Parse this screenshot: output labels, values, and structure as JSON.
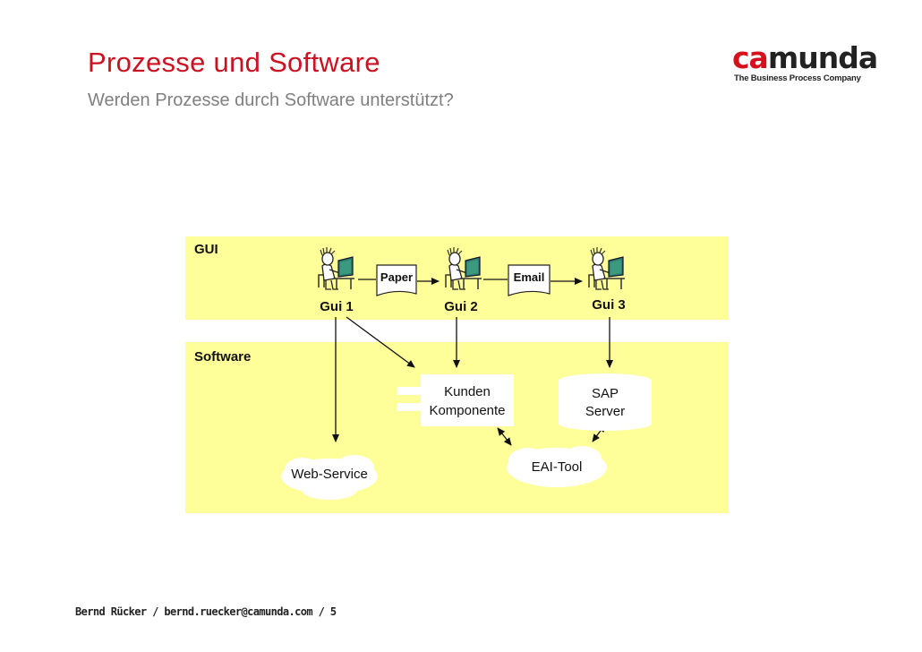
{
  "header": {
    "title": "Prozesse und Software",
    "subtitle": "Werden Prozesse durch Software unterstützt?"
  },
  "logo": {
    "word_accent": "ca",
    "word_rest": "munda",
    "tagline": "The Business Process Company"
  },
  "diagram": {
    "gui_band_label": "GUI",
    "software_band_label": "Software",
    "users": [
      {
        "label": "Gui 1"
      },
      {
        "label": "Gui 2"
      },
      {
        "label": "Gui 3"
      }
    ],
    "documents": [
      {
        "label": "Paper"
      },
      {
        "label": "Email"
      }
    ],
    "components": {
      "kunden_line1": "Kunden",
      "kunden_line2": "Komponente",
      "sap_line1": "SAP",
      "sap_line2": "Server",
      "eai": "EAI-Tool",
      "webservice": "Web-Service"
    }
  },
  "footer": {
    "text": "Bernd Rücker / bernd.ruecker@camunda.com / 5"
  },
  "colors": {
    "title": "#cc1122",
    "band": "#ffff99",
    "subtitle": "#808080"
  }
}
